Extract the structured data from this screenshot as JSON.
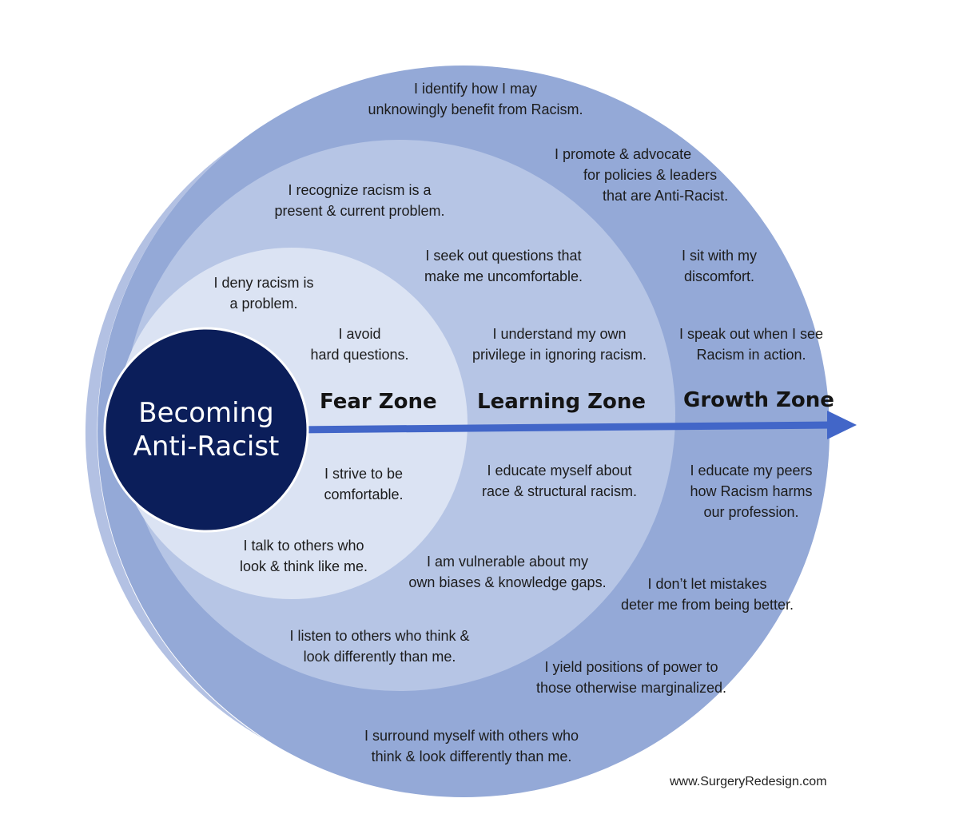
{
  "center": {
    "line1": "Becoming",
    "line2": "Anti-Racist"
  },
  "zones": {
    "fear": "Fear Zone",
    "learning": "Learning Zone",
    "growth": "Growth Zone"
  },
  "fear_items": [
    {
      "line1": "I deny racism is",
      "line2": "a problem."
    },
    {
      "line1": "I avoid",
      "line2": "hard questions."
    },
    {
      "line1": "I strive to be",
      "line2": "comfortable."
    },
    {
      "line1": "I talk to others who",
      "line2": "look & think like me."
    }
  ],
  "learning_items": [
    {
      "line1": "I recognize racism is a",
      "line2": "present & current problem."
    },
    {
      "line1": "I seek out questions that",
      "line2": "make me uncomfortable."
    },
    {
      "line1": "I  understand my own",
      "line2": "privilege in ignoring racism."
    },
    {
      "line1": "I educate myself about",
      "line2": "race & structural racism."
    },
    {
      "line1": "I  am vulnerable about my",
      "line2": "own biases & knowledge gaps."
    },
    {
      "line1": "I listen to others who think &",
      "line2": "look differently than me."
    }
  ],
  "growth_items": [
    {
      "line1": "I  identify how I may",
      "line2": "unknowingly benefit from Racism."
    },
    {
      "line1": "I promote & advocate",
      "line2": "for policies & leaders",
      "line3": "that are Anti-Racist."
    },
    {
      "line1": "I sit with my",
      "line2": "discomfort."
    },
    {
      "line1": "I  speak out when I see",
      "line2": "Racism in action."
    },
    {
      "line1": "I educate my peers",
      "line2": "how Racism harms",
      "line3": "our profession."
    },
    {
      "line1": "I don’t let mistakes",
      "line2": "deter me from being better."
    },
    {
      "line1": "I yield positions of power to",
      "line2": "those otherwise marginalized."
    },
    {
      "line1": "I  surround myself with others who",
      "line2": "think & look differently than me."
    }
  ],
  "credit": "www.SurgeryRedesign.com",
  "colors": {
    "outer_ring": "#94a9d7",
    "outer_ring_shade": "#b3c1e3",
    "learning_circle": "#b6c5e5",
    "fear_circle": "#dbe3f3",
    "center_circle": "#0b1e5a",
    "arrow": "#4266c8"
  }
}
